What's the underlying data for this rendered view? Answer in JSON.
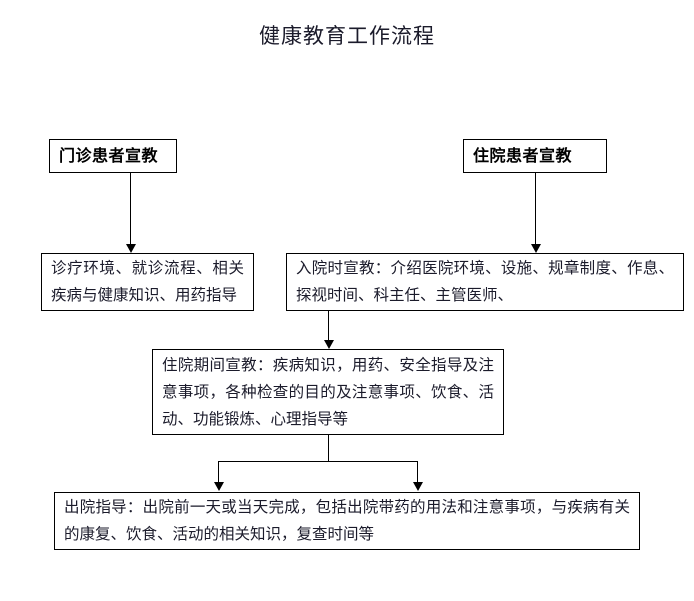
{
  "page": {
    "title": "健康教育工作流程",
    "background_color": "#ffffff",
    "line_color": "#000000",
    "text_color": "#1b1b2b"
  },
  "flowchart": {
    "type": "process-flow",
    "nodes": [
      {
        "id": "outpatient-header",
        "label": "门诊患者宣教",
        "style": "header",
        "column": "left"
      },
      {
        "id": "inpatient-header",
        "label": "住院患者宣教",
        "style": "header",
        "column": "right"
      },
      {
        "id": "outpatient-content",
        "label": "诊疗环境、就诊流程、相关疾病与健康知识、用药指导",
        "style": "body",
        "column": "left"
      },
      {
        "id": "admission-content",
        "label": "入院时宣教：介绍医院环境、设施、规章制度、作息、探视时间、科主任、主管医师、",
        "style": "body",
        "column": "right"
      },
      {
        "id": "hospitalstay-content",
        "label": "住院期间宣教：疾病知识，用药、安全指导及注意事项，各种检查的目的及注意事项、饮食、活动、功能锻炼、心理指导等",
        "style": "body",
        "column": "center"
      },
      {
        "id": "discharge-content",
        "label": "出院指导：出院前一天或当天完成，包括出院带药的用法和注意事项，与疾病有关的康复、饮食、活动的相关知识，复查时间等",
        "style": "body",
        "column": "center"
      }
    ],
    "edges": [
      {
        "from": "outpatient-header",
        "to": "outpatient-content",
        "shape": "vertical-arrow"
      },
      {
        "from": "inpatient-header",
        "to": "admission-content",
        "shape": "vertical-arrow"
      },
      {
        "from": "admission-content",
        "to": "hospitalstay-content",
        "shape": "vertical-arrow"
      },
      {
        "from": "hospitalstay-content",
        "to": "discharge-content",
        "shape": "split-two-arrows"
      }
    ]
  }
}
